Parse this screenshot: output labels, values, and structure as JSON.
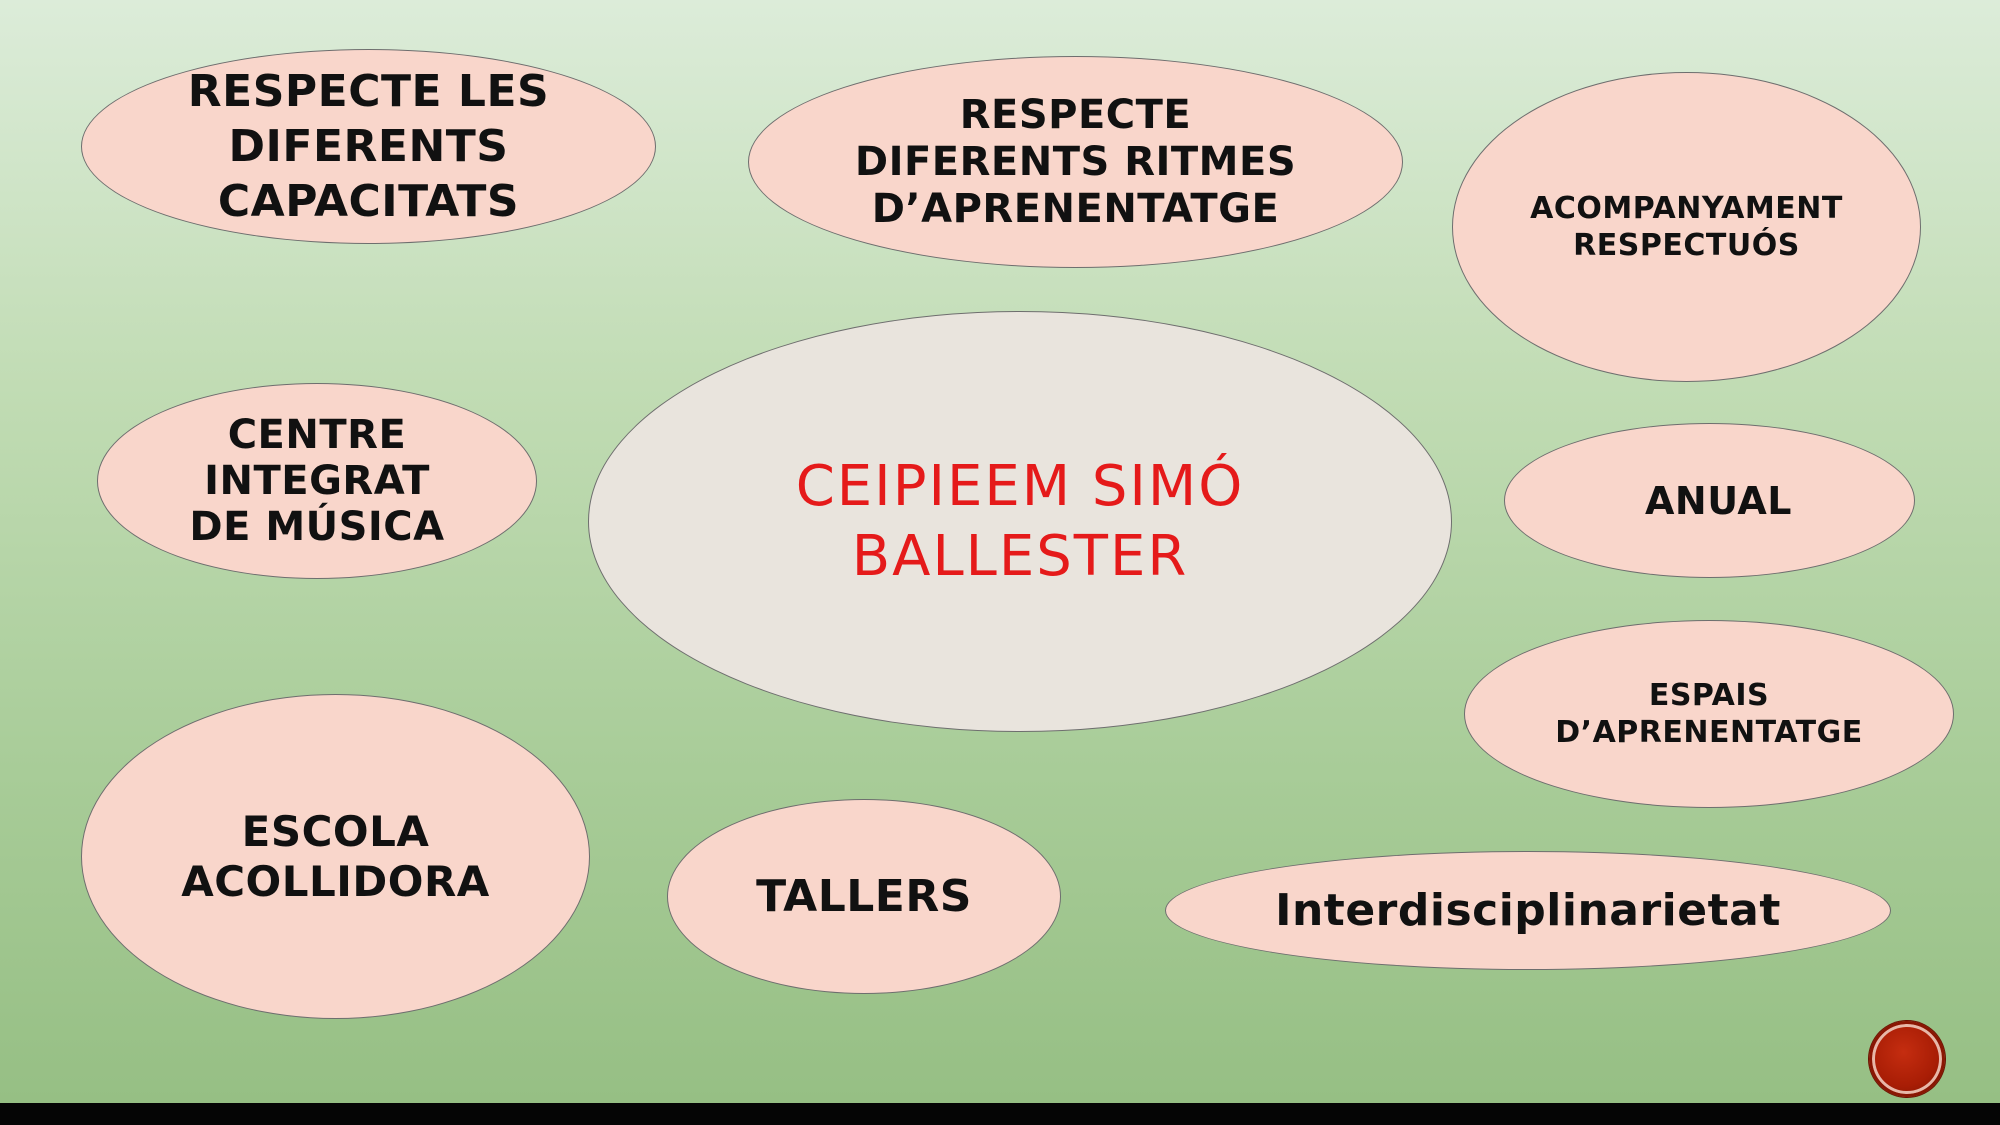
{
  "diagram": {
    "center": {
      "label": "CEIPIEEM SIMÓ\nBALLESTER"
    },
    "nodes": [
      {
        "id": "capacitats",
        "label": "RESPECTE LES\nDIFERENTS\nCAPACITATS"
      },
      {
        "id": "ritmes",
        "label": "RESPECTE\nDIFERENTS RITMES\nD’APRENENTATGE"
      },
      {
        "id": "acompanyament",
        "label": "ACOMPANYAMENT\nRESPECTUÓS"
      },
      {
        "id": "centre",
        "label": "CENTRE\nINTEGRAT\nDE MÚSICA"
      },
      {
        "id": "anual",
        "label": "ANUAL"
      },
      {
        "id": "espais",
        "label": "ESPAIS\nD’APRENENTATGE"
      },
      {
        "id": "escola",
        "label": "ESCOLA\nACOLLIDORA"
      },
      {
        "id": "tallers",
        "label": "TALLERS"
      },
      {
        "id": "interdisc",
        "label": "Interdisciplinarietat"
      }
    ]
  },
  "colors": {
    "center_text": "#e51a1a",
    "center_fill": "#e9e4dd",
    "node_fill": "#f9d6cb",
    "background_top": "#dcecd9",
    "background_bottom": "#96bf84"
  },
  "nav": {
    "icon": "circle-button-icon"
  }
}
